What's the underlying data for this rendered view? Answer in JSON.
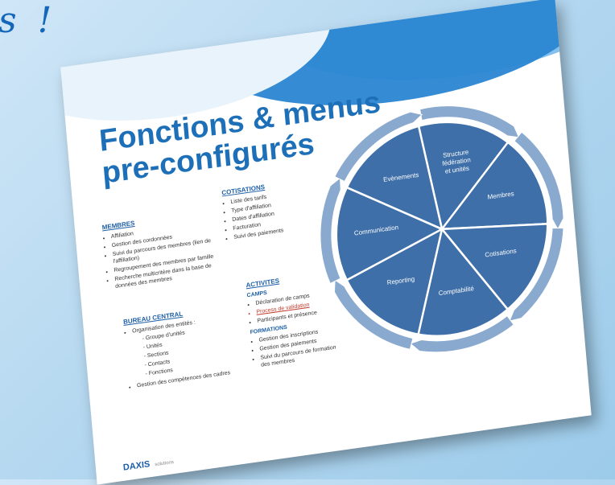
{
  "background_text": "s !",
  "slide": {
    "title_line1": "Fonctions & menus",
    "title_line2": "pre-configurés",
    "membres": {
      "heading": "MEMBRES",
      "items": [
        "Affiliation",
        "Gestion des cordonnées",
        "Suivi du parcours des membres (lien de l'affiliation)",
        "Regroupement des membres par famille",
        "Recherche multicritère dans la base de données des membres"
      ]
    },
    "cotisations": {
      "heading": "COTISATIONS",
      "items": [
        "Liste des tarifs",
        "Type d'affiliation",
        "Dates d'affiliation",
        "Facturation",
        "Suivi des paiements"
      ]
    },
    "bureau": {
      "heading": "BUREAU CENTRAL",
      "item1": "Organisation des entités :",
      "subitems": [
        "Groupe d'unités",
        "Unités",
        "Sections",
        "Contacts",
        "Fonctions"
      ],
      "item2": "Gestion des compétences des cadres"
    },
    "activites": {
      "heading": "ACTIVITES",
      "camps_heading": "CAMPS",
      "camps_items": [
        "Déclaration de camps",
        "Process de validation",
        "Participants et présence"
      ],
      "formations_heading": "FORMATIONS",
      "formations_items": [
        "Gestion des inscriptions",
        "Gestion des paiements",
        "Suivi du parcours de formation des membres"
      ]
    },
    "wheel": {
      "segments": [
        "Structure fédération et unités",
        "Membres",
        "Cotisations",
        "Comptabilité",
        "Reporting",
        "Communication",
        "Evènements"
      ]
    },
    "footer": {
      "logo": "DAXIS",
      "tagline": "solutions"
    }
  },
  "colors": {
    "background": "#b5d8f0",
    "title": "#1d6fb8",
    "wheel_segment": "#3e6fa8",
    "wheel_ring": "#8aa9cf"
  }
}
